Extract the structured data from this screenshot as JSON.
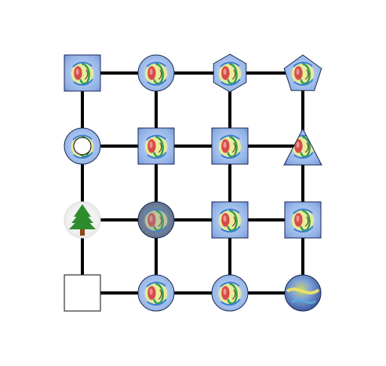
{
  "board": {
    "rows": 4,
    "cols": 4,
    "line_color": "#000000",
    "cells": [
      {
        "row": 0,
        "col": 0,
        "shape": "square",
        "fill": "tile-art",
        "icon": "painted-tile-icon"
      },
      {
        "row": 0,
        "col": 1,
        "shape": "circle",
        "fill": "tile-art",
        "icon": "painted-tile-icon"
      },
      {
        "row": 0,
        "col": 2,
        "shape": "hexagon",
        "fill": "tile-art",
        "icon": "painted-tile-icon"
      },
      {
        "row": 0,
        "col": 3,
        "shape": "pentagon",
        "fill": "tile-art",
        "icon": "painted-tile-icon"
      },
      {
        "row": 1,
        "col": 0,
        "shape": "circle",
        "fill": "tile-art-with-hole",
        "icon": "painted-tile-hole-icon"
      },
      {
        "row": 1,
        "col": 1,
        "shape": "square",
        "fill": "tile-art",
        "icon": "painted-tile-icon"
      },
      {
        "row": 1,
        "col": 2,
        "shape": "square",
        "fill": "tile-art",
        "icon": "painted-tile-icon"
      },
      {
        "row": 1,
        "col": 3,
        "shape": "triangle",
        "fill": "tile-art",
        "icon": "painted-tile-icon"
      },
      {
        "row": 2,
        "col": 0,
        "shape": "circle",
        "fill": "tree",
        "icon": "pine-tree-icon"
      },
      {
        "row": 2,
        "col": 1,
        "shape": "circle",
        "fill": "tile-art-dark",
        "icon": "painted-tile-icon"
      },
      {
        "row": 2,
        "col": 2,
        "shape": "square",
        "fill": "tile-art",
        "icon": "painted-tile-icon"
      },
      {
        "row": 2,
        "col": 3,
        "shape": "square",
        "fill": "tile-art",
        "icon": "painted-tile-icon"
      },
      {
        "row": 3,
        "col": 0,
        "shape": "square",
        "fill": "empty",
        "icon": "empty-square-icon"
      },
      {
        "row": 3,
        "col": 1,
        "shape": "circle",
        "fill": "tile-art",
        "icon": "painted-tile-icon"
      },
      {
        "row": 3,
        "col": 2,
        "shape": "circle",
        "fill": "tile-art",
        "icon": "painted-tile-icon"
      },
      {
        "row": 3,
        "col": 3,
        "shape": "circle",
        "fill": "globe",
        "icon": "globe-orb-icon"
      }
    ],
    "edges": [
      {
        "from": [
          0,
          0
        ],
        "to": [
          0,
          1
        ]
      },
      {
        "from": [
          0,
          1
        ],
        "to": [
          0,
          2
        ]
      },
      {
        "from": [
          0,
          2
        ],
        "to": [
          0,
          3
        ]
      },
      {
        "from": [
          1,
          0
        ],
        "to": [
          1,
          1
        ]
      },
      {
        "from": [
          1,
          1
        ],
        "to": [
          1,
          2
        ]
      },
      {
        "from": [
          1,
          2
        ],
        "to": [
          1,
          3
        ]
      },
      {
        "from": [
          2,
          0
        ],
        "to": [
          2,
          1
        ]
      },
      {
        "from": [
          2,
          1
        ],
        "to": [
          2,
          2
        ]
      },
      {
        "from": [
          2,
          2
        ],
        "to": [
          2,
          3
        ]
      },
      {
        "from": [
          3,
          0
        ],
        "to": [
          3,
          1
        ]
      },
      {
        "from": [
          3,
          1
        ],
        "to": [
          3,
          2
        ]
      },
      {
        "from": [
          3,
          2
        ],
        "to": [
          3,
          3
        ]
      },
      {
        "from": [
          0,
          0
        ],
        "to": [
          1,
          0
        ]
      },
      {
        "from": [
          1,
          0
        ],
        "to": [
          2,
          0
        ]
      },
      {
        "from": [
          2,
          0
        ],
        "to": [
          3,
          0
        ]
      },
      {
        "from": [
          0,
          1
        ],
        "to": [
          1,
          1
        ]
      },
      {
        "from": [
          1,
          1
        ],
        "to": [
          2,
          1
        ]
      },
      {
        "from": [
          2,
          1
        ],
        "to": [
          3,
          1
        ]
      },
      {
        "from": [
          0,
          2
        ],
        "to": [
          1,
          2
        ]
      },
      {
        "from": [
          1,
          2
        ],
        "to": [
          2,
          2
        ]
      },
      {
        "from": [
          2,
          2
        ],
        "to": [
          3,
          2
        ]
      },
      {
        "from": [
          0,
          3
        ],
        "to": [
          1,
          3
        ]
      },
      {
        "from": [
          1,
          3
        ],
        "to": [
          2,
          3
        ]
      },
      {
        "from": [
          2,
          3
        ],
        "to": [
          3,
          3
        ]
      }
    ]
  }
}
